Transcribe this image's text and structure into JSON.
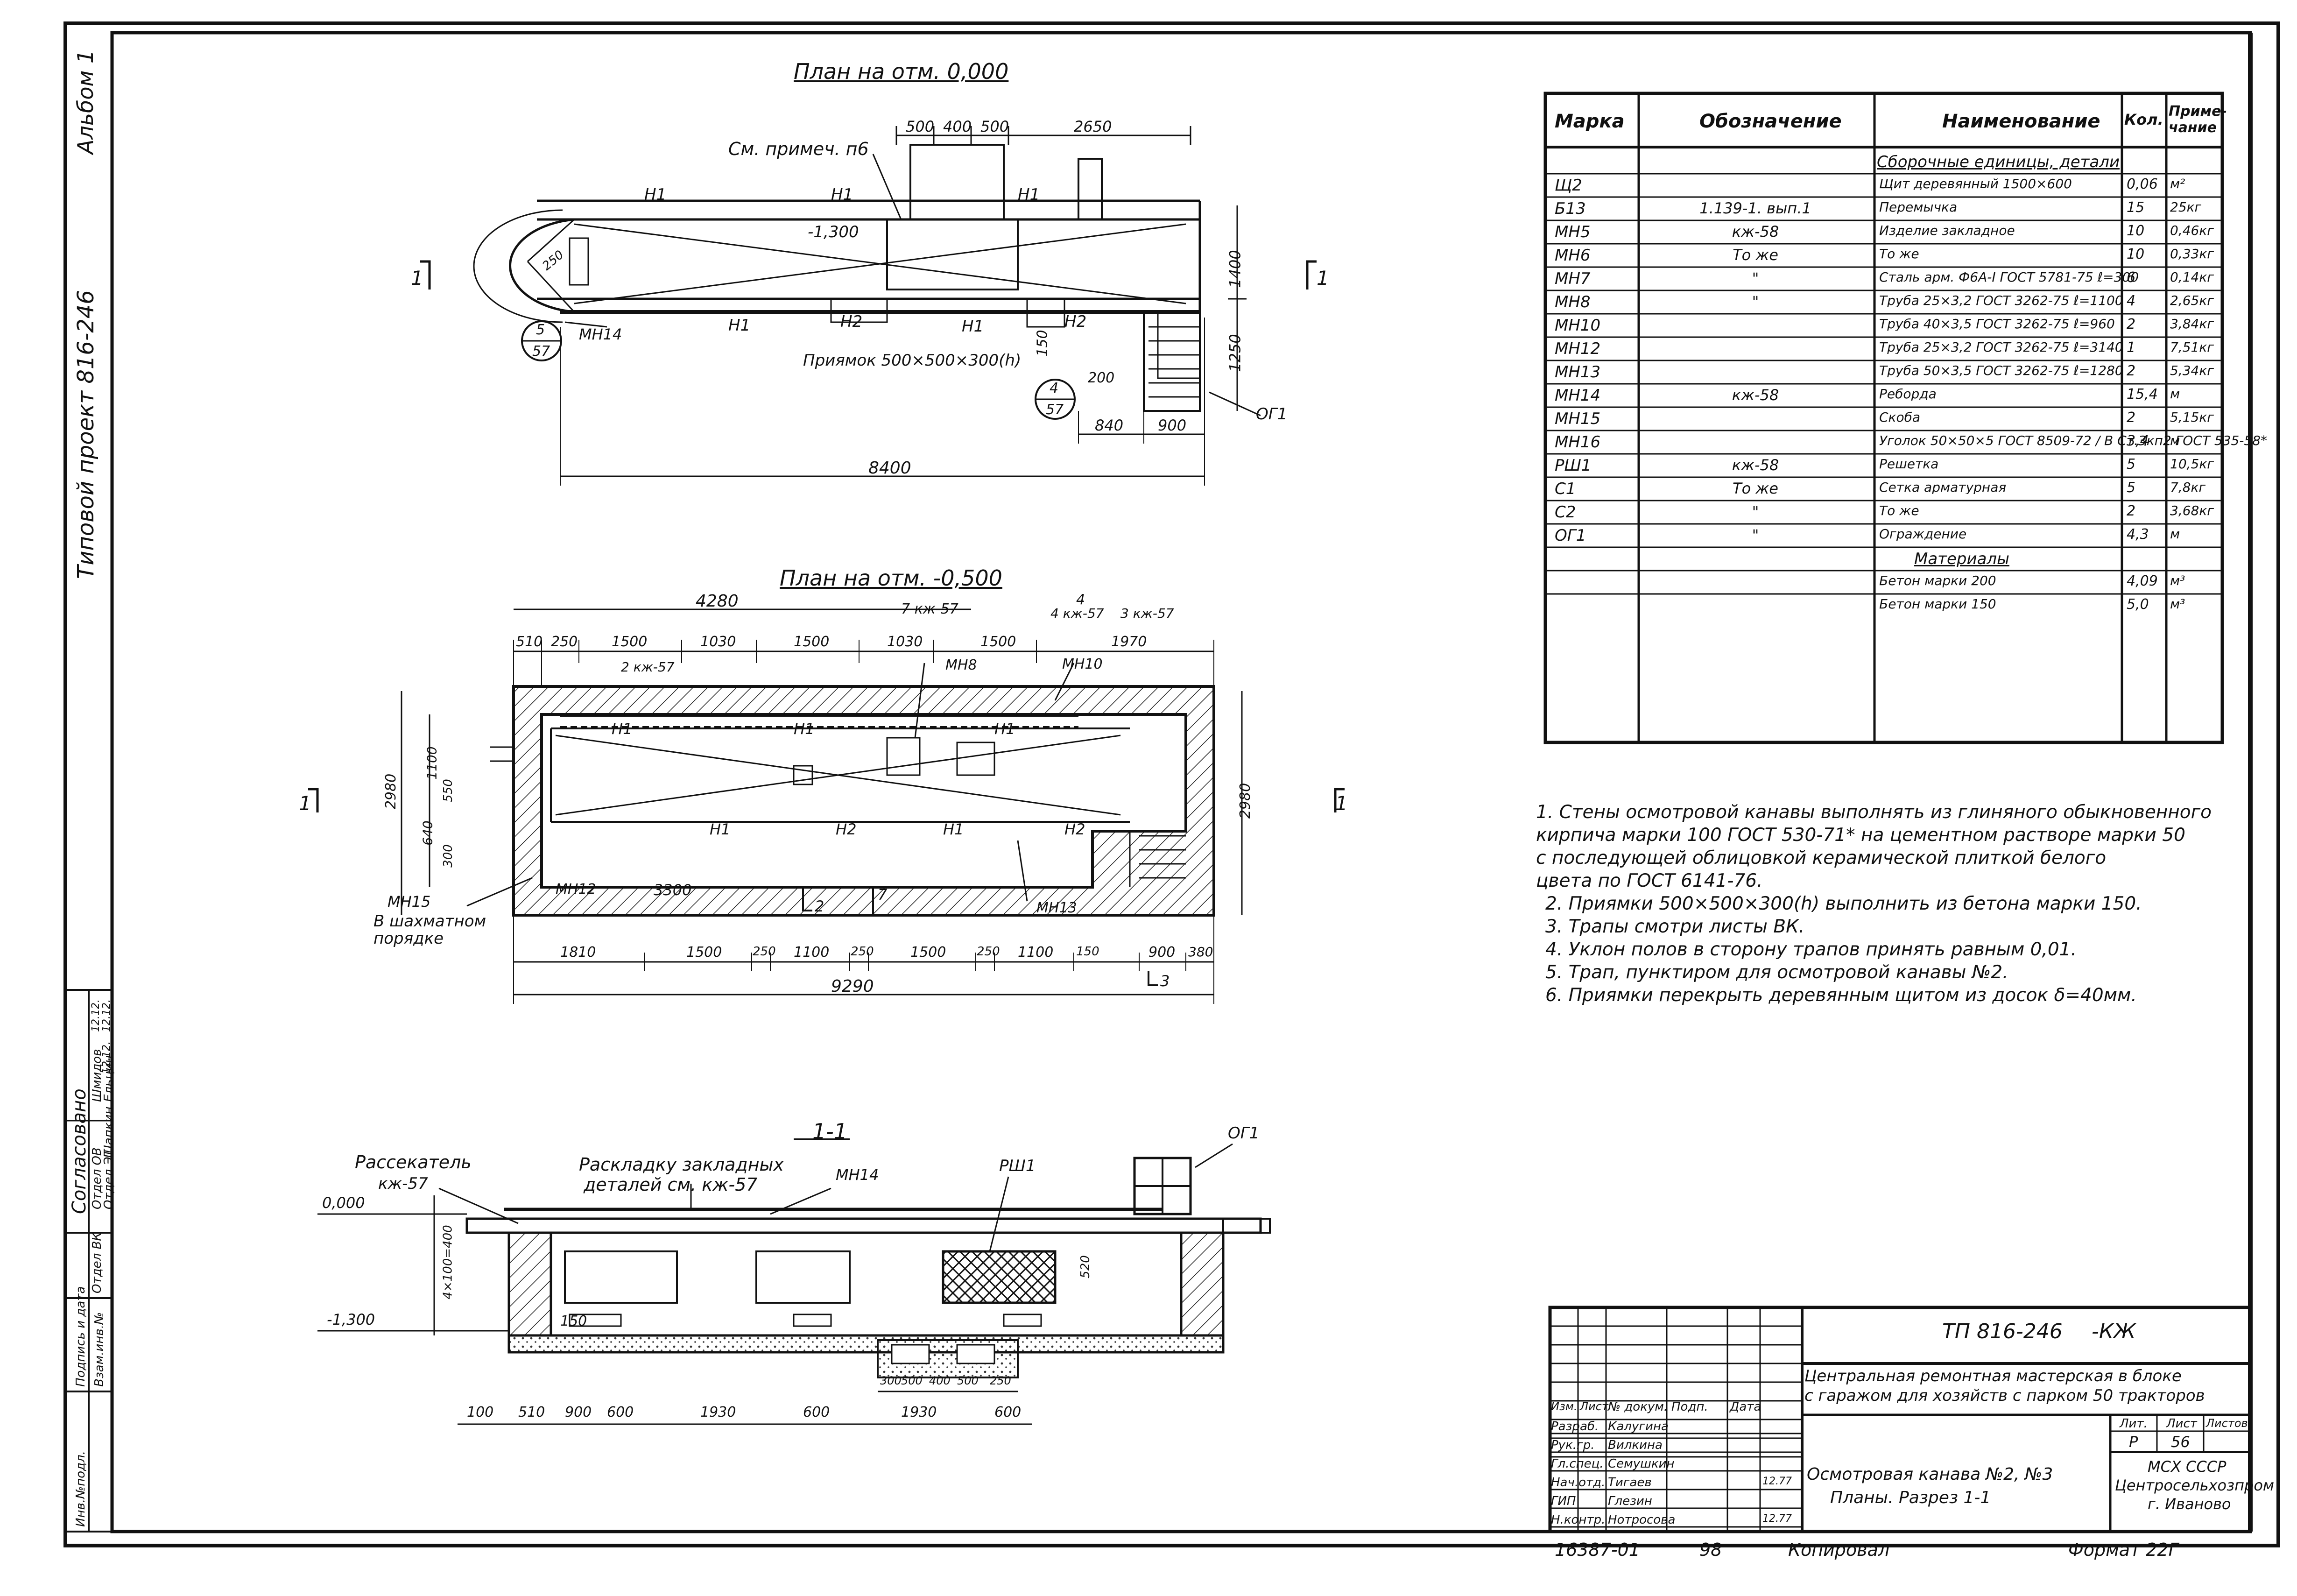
{
  "sheet": {
    "side_stamp": "Альбом 1",
    "side_project": "Типовой проект 816-246",
    "footer_left": "16387-01",
    "footer_num": "98",
    "footer_copied": "Копировал",
    "footer_format": "Формат 22Г"
  },
  "plan1": {
    "title": "План на отм. 0,000",
    "note_ref": "См. примеч. п6",
    "dims_top": [
      "500",
      "400",
      "500",
      "2650"
    ],
    "dim_total": "8400",
    "dim_right": [
      "1400",
      "1250"
    ],
    "dim_bottom": [
      "840",
      "900"
    ],
    "labels": [
      "Н1",
      "Н1",
      "Н1",
      "Н1",
      "Н2",
      "Н1",
      "Н2",
      "МН14",
      "ОГ1"
    ],
    "level": "-1,300",
    "pit": "Приямок 500×500×300(h)",
    "callout_a": [
      "5",
      "57"
    ],
    "callout_b": [
      "4",
      "57"
    ],
    "section": [
      "1",
      "1"
    ],
    "misc": [
      "200",
      "150",
      "250"
    ]
  },
  "plan2": {
    "title": "План на отм. -0,500",
    "dims_top_total": "4280",
    "dims_top": [
      "510",
      "250",
      "1500",
      "1030",
      "1500",
      "1030",
      "1500",
      "1970"
    ],
    "callouts": [
      "7 кж-57",
      "4 кж-57",
      "3 кж-57",
      "2 кж-57"
    ],
    "labels": [
      "Н1",
      "Н1",
      "Н1",
      "Н1",
      "Н2",
      "Н1",
      "Н2",
      "МН8",
      "МН10",
      "МН12",
      "МН13",
      "МН15"
    ],
    "chess": "В шахматном порядке",
    "dims_bottom": [
      "1810",
      "1500",
      "250",
      "1100",
      "250",
      "1500",
      "250",
      "1100",
      "150",
      "900",
      "380"
    ],
    "dim_total": "9290",
    "dim_3300": "3300",
    "dims_left": [
      "2980",
      "1100",
      "550",
      "640",
      "300"
    ],
    "dim_right": "2980",
    "section": [
      "1",
      "1"
    ],
    "cut": [
      "2",
      "7",
      "3",
      "4"
    ]
  },
  "section": {
    "title": "1-1",
    "l1": "Рассекатель",
    "l1b": "кж-57",
    "l2": "Раскладку закладных",
    "l2b": "деталей см. кж-57",
    "labels": [
      "МН14",
      "РШ1",
      "ОГ1"
    ],
    "levels": [
      "0,000",
      "-1,300"
    ],
    "dims_bottom": [
      "100",
      "510",
      "900",
      "600",
      "1930",
      "600",
      "1930",
      "600"
    ],
    "dims_pit": [
      "300",
      "500",
      "400",
      "500",
      "250"
    ],
    "misc": [
      "150",
      "520",
      "4×100=400"
    ]
  },
  "spec": {
    "headers": [
      "Марка",
      "Обозначение",
      "Наименование",
      "Кол.",
      "Приме-\nчание"
    ],
    "group1": "Сборочные единицы, детали",
    "rows": [
      [
        "Щ2",
        "",
        "Щит деревянный 1500×600",
        "0,06",
        "м²"
      ],
      [
        "Б13",
        "1.139-1. вып.1",
        "Перемычка",
        "15",
        "25кг"
      ],
      [
        "МН5",
        "кж-58",
        "Изделие закладное",
        "10",
        "0,46кг"
      ],
      [
        "МН6",
        "То же",
        "То же",
        "10",
        "0,33кг"
      ],
      [
        "МН7",
        "\"",
        "Сталь арм. Ф6А-I ГОСТ 5781-75 ℓ=300",
        "6",
        "0,14кг"
      ],
      [
        "МН8",
        "\"",
        "Труба 25×3,2 ГОСТ 3262-75 ℓ=1100",
        "4",
        "2,65кг"
      ],
      [
        "МН10",
        "",
        "Труба 40×3,5 ГОСТ 3262-75 ℓ=960",
        "2",
        "3,84кг"
      ],
      [
        "МН12",
        "",
        "Труба 25×3,2 ГОСТ 3262-75 ℓ=3140",
        "1",
        "7,51кг"
      ],
      [
        "МН13",
        "",
        "Труба 50×3,5 ГОСТ 3262-75 ℓ=1280",
        "2",
        "5,34кг"
      ],
      [
        "МН14",
        "кж-58",
        "Реборда",
        "15,4",
        "м"
      ],
      [
        "МН15",
        "",
        "Скоба",
        "2",
        "5,15кг"
      ],
      [
        "МН16",
        "",
        "Уголок 50×50×5 ГОСТ 8509-72 / В Ст.3кп2 ГОСТ 535-58*",
        "3,4",
        "м"
      ],
      [
        "РШ1",
        "кж-58",
        "Решетка",
        "5",
        "10,5кг"
      ],
      [
        "С1",
        "То же",
        "Сетка арматурная",
        "5",
        "7,8кг"
      ],
      [
        "С2",
        "\"",
        "То же",
        "2",
        "3,68кг"
      ],
      [
        "ОГ1",
        "\"",
        "Ограждение",
        "4,3",
        "м"
      ]
    ],
    "group2": "Материалы",
    "rows2": [
      [
        "",
        "",
        "Бетон марки 200",
        "4,09",
        "м³"
      ],
      [
        "",
        "",
        "Бетон марки 150",
        "5,0",
        "м³"
      ]
    ]
  },
  "notes": [
    "1. Стены осмотровой канавы выполнять из глиняного обыкновенного",
    "кирпича марки 100 ГОСТ 530-71* на цементном растворе марки 50",
    "с последующей облицовкой керамической плиткой белого",
    "цвета по ГОСТ 6141-76.",
    "2. Приямки 500×500×300(h) выполнить из бетона марки 150.",
    "3. Трапы смотри листы ВК.",
    "4. Уклон полов в сторону трапов принять равным 0,01.",
    "5. Трап, пунктиром для осмотровой канавы №2.",
    "6. Приямки перекрыть деревянным щитом из досок δ=40мм."
  ],
  "agreed": {
    "title": "Согласовано",
    "rows": [
      [
        "Отдел ОВ",
        "Шмидов",
        "12.12."
      ],
      [
        "Отдел ЭТ",
        "Ельцин",
        "12.12."
      ],
      [
        "Отдел ВК",
        "Шапкин",
        "12.12."
      ]
    ],
    "col": [
      "Инв.№подл.",
      "Подпись и дата",
      "Взам.инв.№"
    ]
  },
  "stamp": {
    "code": "ТП 816-246",
    "suffix": "-КЖ",
    "title1": "Центральная ремонтная мастерская в блоке",
    "title2": "с гаражом для хозяйств с парком 50 тракторов",
    "heads": [
      "Изм.",
      "Лист",
      "№ докум.",
      "Подп.",
      "Дата"
    ],
    "people": [
      [
        "Разраб.",
        "Калугина"
      ],
      [
        "Рук.гр.",
        "Вилкина"
      ],
      [
        "Гл.спец.",
        "Семушкин"
      ],
      [
        "Нач.отд.",
        "Тигаев"
      ],
      [
        "ГИП",
        "Глезин"
      ],
      [
        "Н.контр.",
        "Нотросова"
      ]
    ],
    "date1": "12.77",
    "date2": "12.77",
    "sheet_title1": "Осмотровая канава №2, №3",
    "sheet_title2": "Планы. Разрез 1-1",
    "stage_h": "Лит.",
    "sheet_h": "Лист",
    "sheets_h": "Листов",
    "stage": "Р",
    "sheet_no": "56",
    "org1": "МСХ СССР",
    "org2": "Центросельхозпром",
    "org3": "г. Иваново"
  }
}
